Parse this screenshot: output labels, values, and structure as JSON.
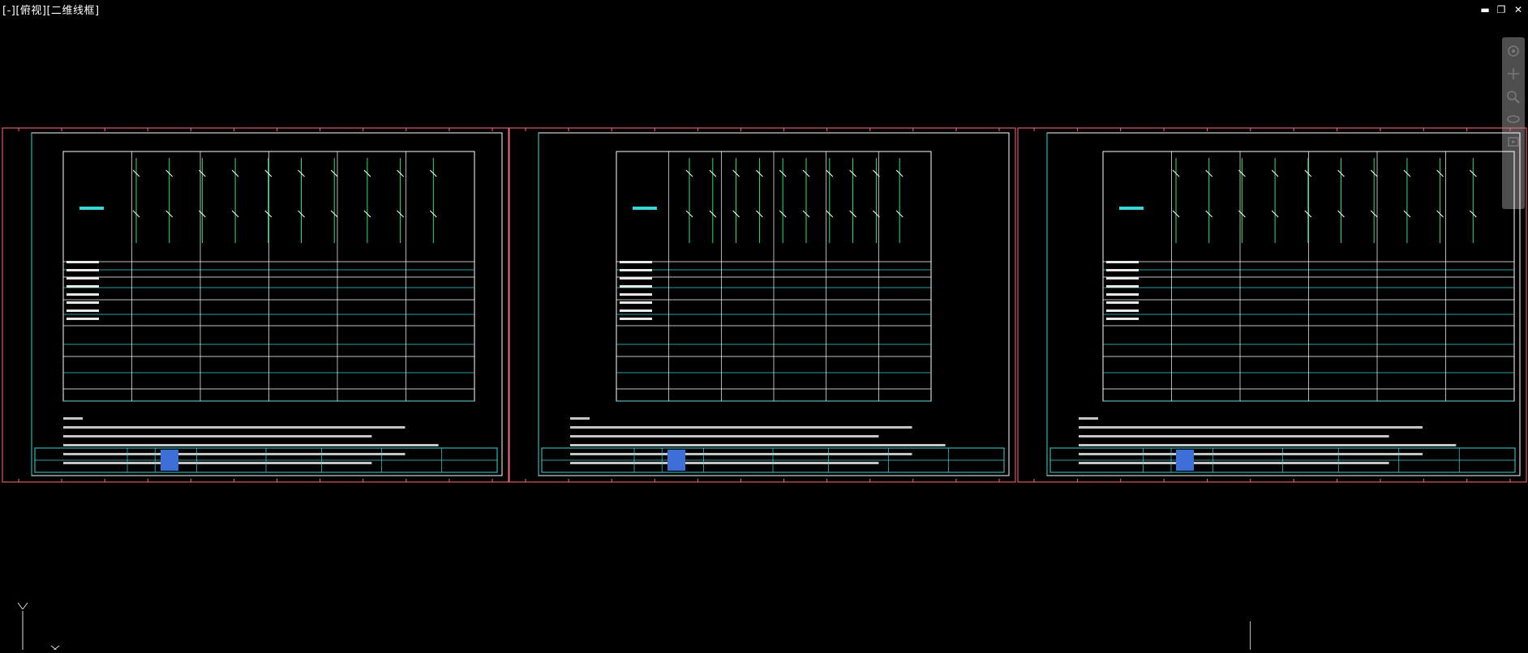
{
  "viewport": {
    "label": "[-][俯视][二维线框]"
  },
  "window_controls": {
    "minimize": "▬",
    "restore": "❐",
    "close": "✕"
  },
  "ucs": {
    "y_label": "Y",
    "x_label": "X"
  },
  "colors": {
    "border": "#ff6e6e",
    "frame": "#ffffff",
    "table": "#39d7d7",
    "wire": "#2ee36a",
    "text": "#e8e8e8",
    "background": "#000000"
  },
  "nav_icons": [
    "steering-wheel-icon",
    "pan-icon",
    "zoom-icon",
    "orbit-icon",
    "showmotion-icon"
  ]
}
